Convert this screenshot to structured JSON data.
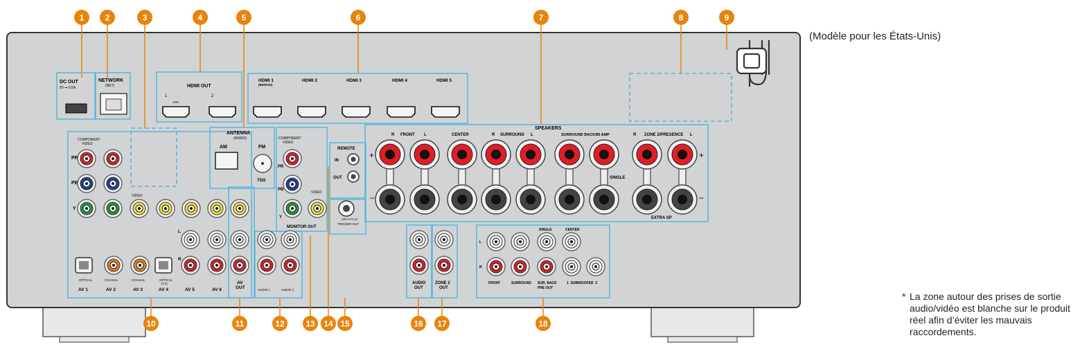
{
  "model_note": "(Modèle pour les États-Unis)",
  "footnote": {
    "star": "*",
    "text": "La zone autour des prises de sortie audio/vidéo est blanche sur le produit réel afin d’éviter les mauvais raccordements."
  },
  "callouts_top": [
    "1",
    "2",
    "3",
    "4",
    "5",
    "6",
    "7",
    "8",
    "9"
  ],
  "callouts_bottom": [
    "10",
    "11",
    "12",
    "13",
    "14",
    "15",
    "16",
    "17",
    "18"
  ],
  "colors": {
    "callout": "#e8830c",
    "panel": "#d2d3d5",
    "frame": "#58b6d8",
    "red": "#e21d26",
    "green": "#1e9b3c",
    "blue": "#1d3f9c",
    "yellow": "#ece33a",
    "orange": "#ec7c1d"
  },
  "labels": {
    "dc_out": "DC OUT",
    "dc_out_spec": "5V ⎓ 0.5A",
    "network": "NETWORK",
    "network_sub": "(NET)",
    "hdmi_out": "HDMI OUT",
    "hdmi_out_1": "1",
    "hdmi_out_2": "2",
    "arc": "ARC",
    "hdmi1": "HDMI 1",
    "hdmi1_sub": "(BD/DVD)",
    "hdmi2": "HDMI 2",
    "hdmi3": "HDMI 3",
    "hdmi4": "HDMI 4",
    "hdmi5": "HDMI 5",
    "antenna": "ANTENNA",
    "antenna_sub": "(RADIO)",
    "am": "AM",
    "fm": "FM",
    "ohm": "75Ω",
    "component_video": "COMPONENT",
    "component_video2": "VIDEO",
    "pr": "PR",
    "pb": "PB",
    "y": "Y",
    "video": "VIDEO",
    "l": "L",
    "r": "R",
    "optical": "OPTICAL",
    "coaxial": "COAXIAL",
    "optical_tv": "OPTICAL",
    "tv": "(TV)",
    "av1": "AV 1",
    "av2": "AV 2",
    "av3": "AV 3",
    "av4": "AV 4",
    "av5": "AV 5",
    "av6": "AV 6",
    "av_out": "AV",
    "av_out2": "OUT",
    "audio1": "AUDIO 1",
    "audio2": "AUDIO 2",
    "monitor_out": "MONITOR OUT",
    "remote": "REMOTE",
    "in": "IN",
    "out": "OUT",
    "trigger_spec": "12V ⎓ 0.1A",
    "trigger_out": "TRIGGER OUT",
    "speakers": "SPEAKERS",
    "front": "FRONT",
    "center": "CENTER",
    "surround": "SURROUND",
    "surround_back": "SURROUND BACK/BI AMP",
    "single": "SINGLE",
    "zone2_presence": "ZONE 2/PRESENCE",
    "extra_sp": "EXTRA SP",
    "plus": "+",
    "minus": "−",
    "audio_out": "AUDIO",
    "audio_out2": "OUT",
    "zone2_out": "ZONE 2",
    "zone2_out2": "OUT",
    "pre_single": "SINGLE",
    "pre_center": "CENTER",
    "pre_front": "FRONT",
    "pre_surround": "SURROUND",
    "pre_sur_back": "SUR. BACK",
    "pre_out": "PRE OUT",
    "subwoofer": "1  SUBWOOFER  2"
  }
}
